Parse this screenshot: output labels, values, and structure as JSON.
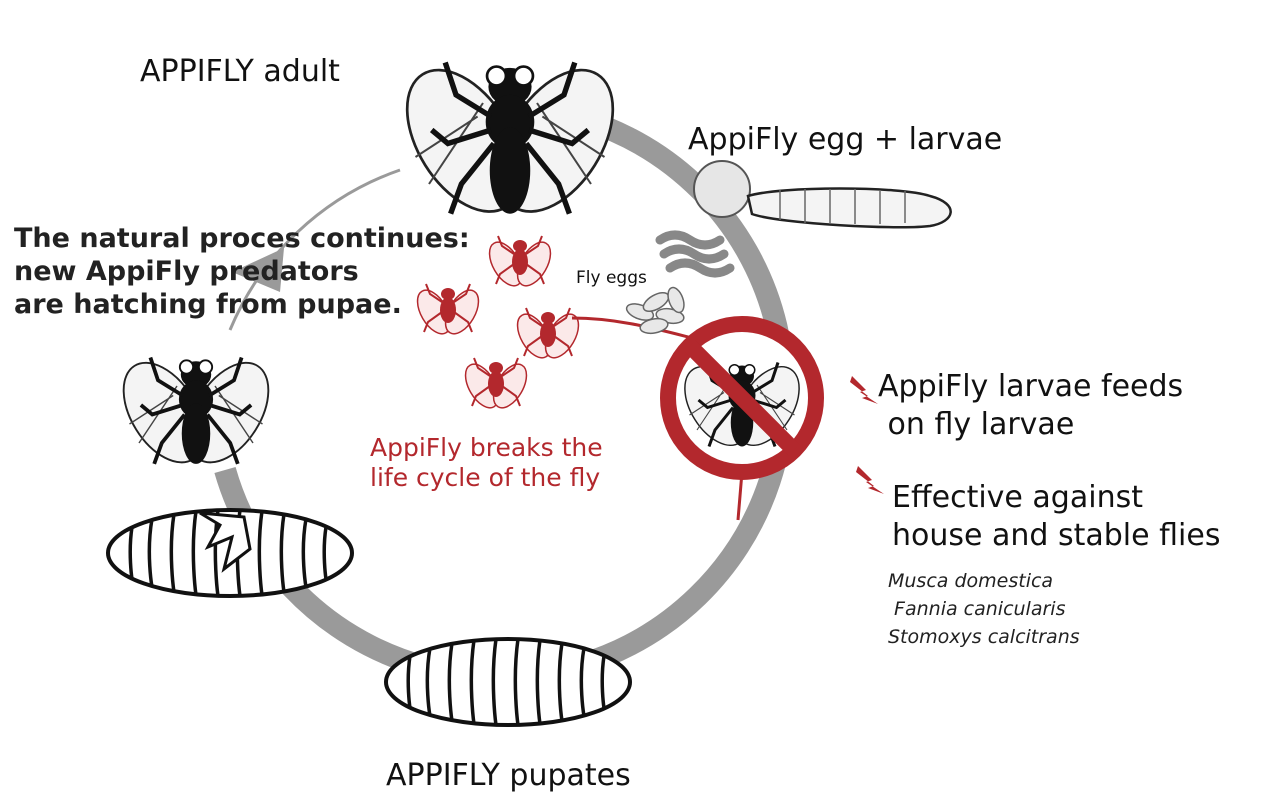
{
  "labels": {
    "adult": "APPIFLY adult",
    "egg_larvae": "AppiFly egg + larvae",
    "natural_process": [
      "The natural proces continues:",
      "new AppiFly        predators",
      "are hatching from pupae."
    ],
    "fly_eggs": "Fly eggs",
    "breaks_cycle": [
      "AppiFly breaks the",
      "life cycle of the fly"
    ],
    "feeds": [
      "AppiFly larvae feeds",
      " on fly larvae"
    ],
    "effective": [
      "Effective against",
      "house and stable flies"
    ],
    "species": [
      "Musca domestica",
      " Fannia canicularis",
      "Stomoxys calcitrans"
    ],
    "pupates": "APPIFLY pupates"
  },
  "colors": {
    "cycle_ring": "#9a9a9a",
    "accent_red": "#b3282d",
    "ink": "#111111"
  },
  "icons": [
    "adult-fly-icon",
    "egg-icon",
    "larva-icon",
    "larvae-cluster-icon",
    "red-fly-icon",
    "fly-eggs-icon",
    "no-fly-prohibition-icon",
    "pupa-icon",
    "hatching-pupa-icon",
    "lightning-bullet-icon"
  ]
}
